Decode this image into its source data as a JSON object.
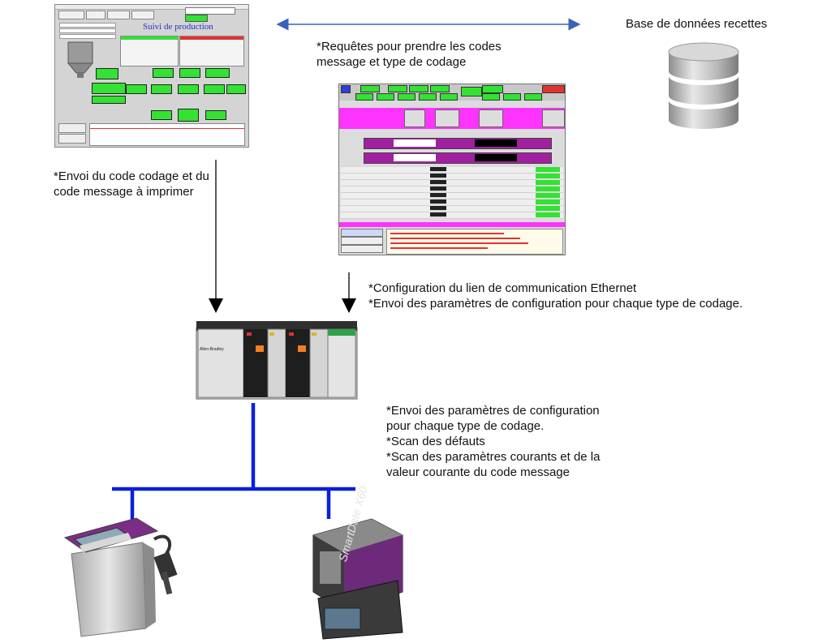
{
  "labels": {
    "database_title": "Base de données recettes",
    "requests_note": "*Requêtes pour prendre les codes\nmessage et type de codage",
    "send_code_note": "*Envoi du code codage et du\ncode message à imprimer",
    "ethernet_note": "*Configuration du lien de communication Ethernet\n*Envoi des paramètres de configuration pour chaque type de codage.",
    "plc_note": "*Envoi des paramètres de configuration\npour chaque type de codage.\n*Scan des défauts\n*Scan des paramètres courants et de la\nvaleur courante du code message"
  },
  "production_screen": {
    "title": "Suivi de production"
  },
  "plc": {
    "brand": "Allen-Bradley"
  },
  "printer_right": {
    "brand": "SmartDate X60"
  },
  "colors": {
    "bus_blue": "#0a1fe0",
    "arrow_blue": "#3a63b8",
    "green_block": "#33e233",
    "magenta_band": "#ff33ff"
  }
}
